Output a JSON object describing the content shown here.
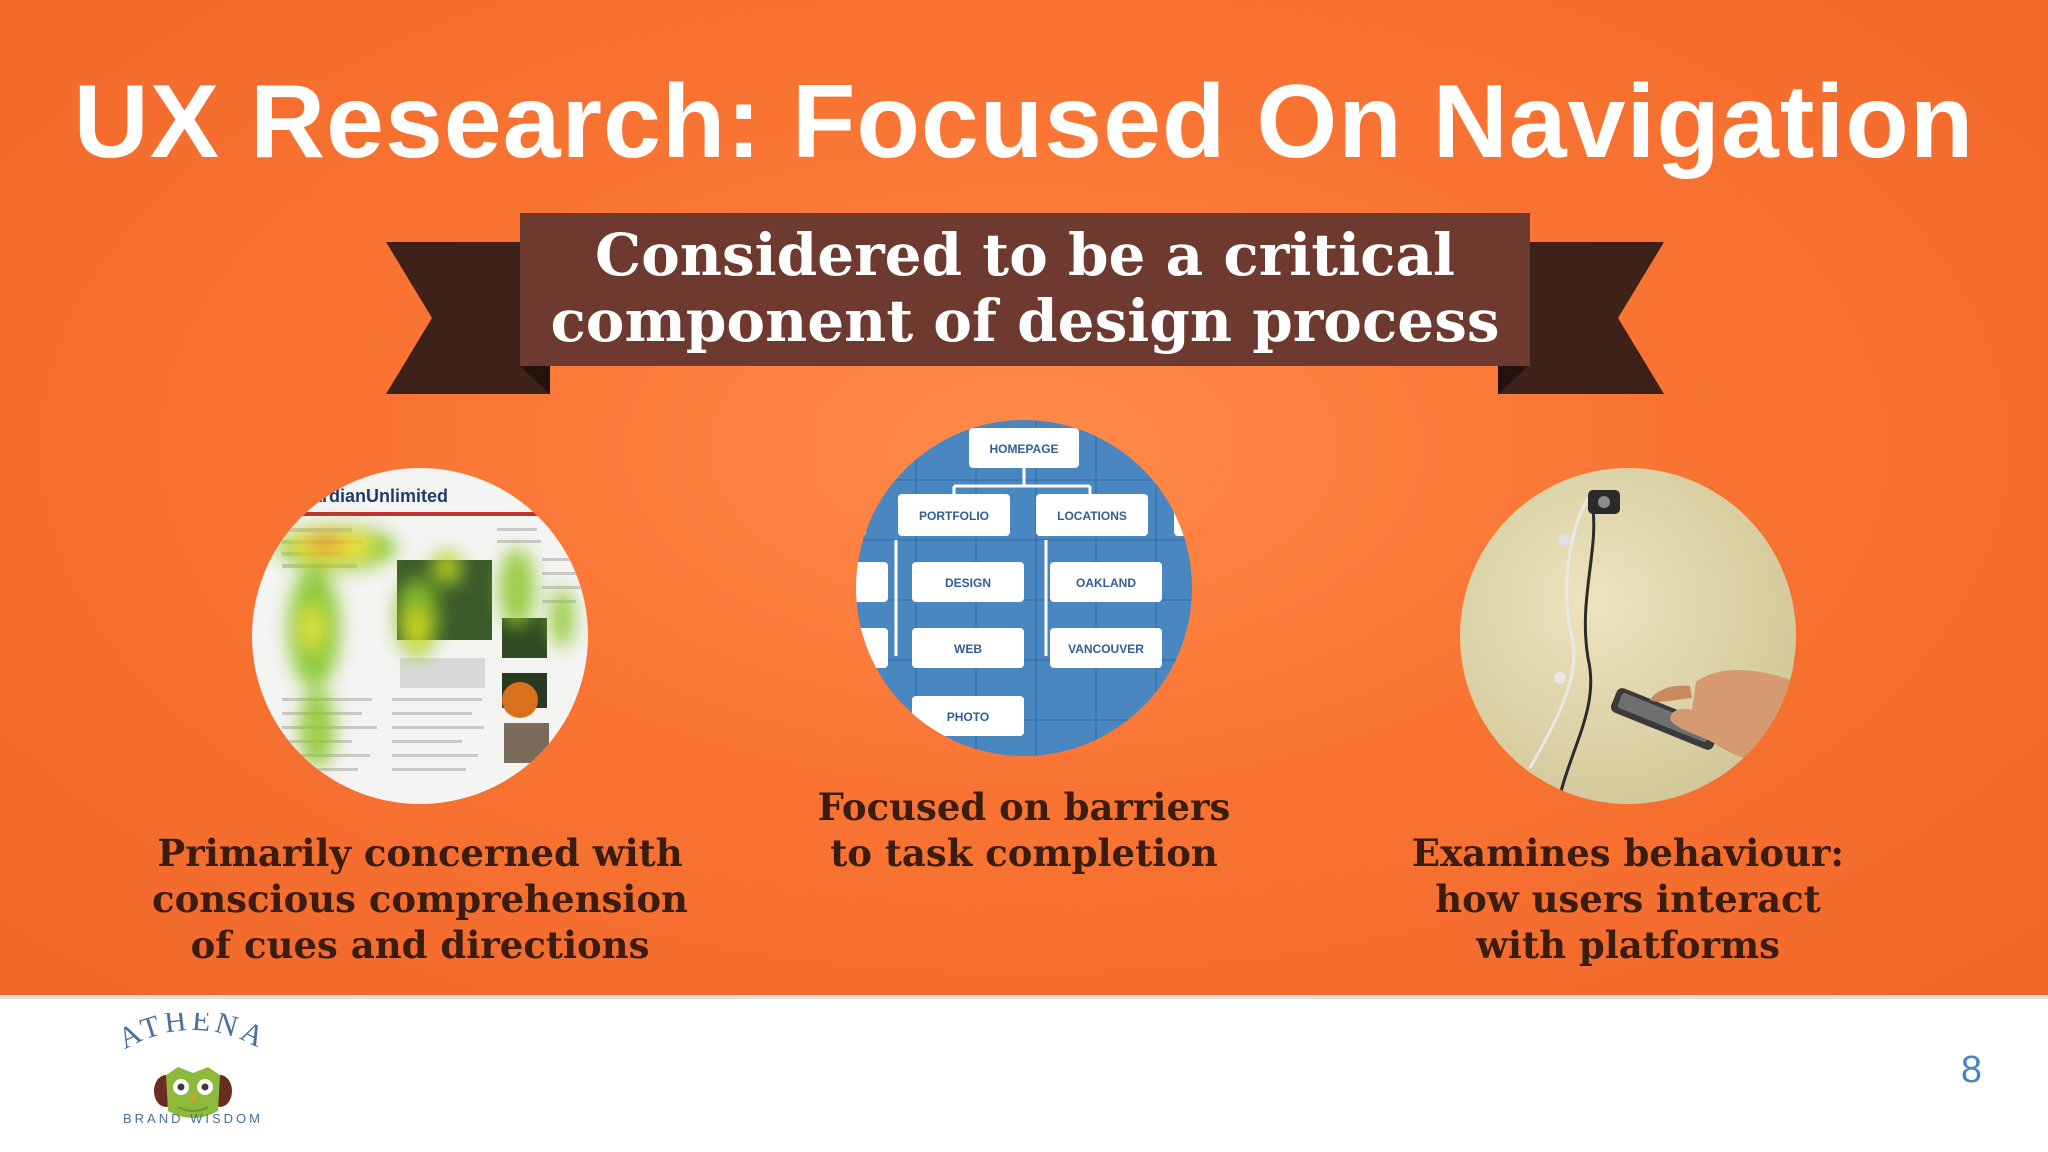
{
  "slide": {
    "title": "UX Research: Focused On Navigation",
    "banner": {
      "line1": "Considered to be a critical",
      "line2": "component of design process"
    },
    "columns": [
      {
        "image_icon": "heatmap-image",
        "caption_lines": [
          "Primarily concerned with",
          "conscious comprehension",
          "of cues and directions"
        ]
      },
      {
        "image_icon": "sitemap-image",
        "sitemap_labels": [
          "HOMEPAGE",
          "PORTFOLIO",
          "LOCATIONS",
          "DESIGN",
          "OAKLAND",
          "WEB",
          "VANCOUVER",
          "PHOTO"
        ],
        "caption_lines": [
          "Focused on barriers",
          "to task completion"
        ]
      },
      {
        "image_icon": "eye-tracker-image",
        "caption_lines": [
          "Examines behaviour:",
          "how users interact",
          "with platforms"
        ]
      }
    ],
    "heatmap_logo_text": "ardianUnlimited"
  },
  "footer": {
    "logo_text": "ATHENA",
    "logo_tagline": "BRAND WISDOM",
    "page_number": "8"
  },
  "colors": {
    "background": "#f97433",
    "banner": "#6e3a2f",
    "banner_tail": "#3e2119",
    "caption": "#3a1c10",
    "page_number": "#4b84c4",
    "logo_owl": "#8dba3a"
  }
}
